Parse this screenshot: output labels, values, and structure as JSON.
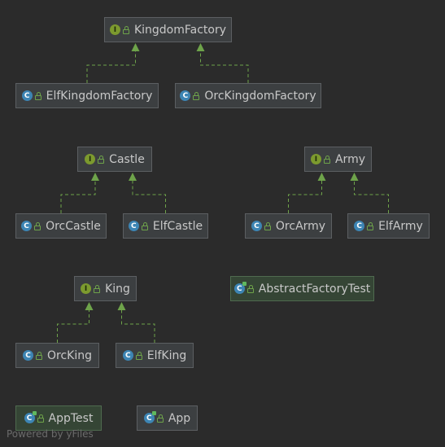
{
  "diagram": {
    "nodes": [
      {
        "id": "kingdom-factory",
        "label": "KingdomFactory",
        "kind": "interface"
      },
      {
        "id": "elf-kingdom-factory",
        "label": "ElfKingdomFactory",
        "kind": "class"
      },
      {
        "id": "orc-kingdom-factory",
        "label": "OrcKingdomFactory",
        "kind": "class"
      },
      {
        "id": "castle",
        "label": "Castle",
        "kind": "interface"
      },
      {
        "id": "orc-castle",
        "label": "OrcCastle",
        "kind": "class"
      },
      {
        "id": "elf-castle",
        "label": "ElfCastle",
        "kind": "class"
      },
      {
        "id": "army",
        "label": "Army",
        "kind": "interface"
      },
      {
        "id": "orc-army",
        "label": "OrcArmy",
        "kind": "class"
      },
      {
        "id": "elf-army",
        "label": "ElfArmy",
        "kind": "class"
      },
      {
        "id": "king",
        "label": "King",
        "kind": "interface"
      },
      {
        "id": "orc-king",
        "label": "OrcKing",
        "kind": "class"
      },
      {
        "id": "elf-king",
        "label": "ElfKing",
        "kind": "class"
      },
      {
        "id": "abstract-factory-test",
        "label": "AbstractFactoryTest",
        "kind": "test-class"
      },
      {
        "id": "app-test",
        "label": "AppTest",
        "kind": "test-class"
      },
      {
        "id": "app",
        "label": "App",
        "kind": "runnable-class"
      }
    ],
    "edges": [
      {
        "from": "elf-kingdom-factory",
        "to": "kingdom-factory",
        "type": "implements"
      },
      {
        "from": "orc-kingdom-factory",
        "to": "kingdom-factory",
        "type": "implements"
      },
      {
        "from": "orc-castle",
        "to": "castle",
        "type": "implements"
      },
      {
        "from": "elf-castle",
        "to": "castle",
        "type": "implements"
      },
      {
        "from": "orc-army",
        "to": "army",
        "type": "implements"
      },
      {
        "from": "elf-army",
        "to": "army",
        "type": "implements"
      },
      {
        "from": "orc-king",
        "to": "king",
        "type": "implements"
      },
      {
        "from": "elf-king",
        "to": "king",
        "type": "implements"
      }
    ]
  },
  "badges": {
    "interface": "I",
    "class": "C"
  },
  "icons": {
    "interface": "interface-icon",
    "class": "class-icon",
    "test-class": "test-class-icon",
    "runnable-class": "runnable-class-icon",
    "visibility": "lock-icon"
  },
  "colors": {
    "background": "#2b2b2b",
    "node": "#3c3f41",
    "test_node": "#354535",
    "edge": "#6ea34a",
    "interface_badge": "#7c9a2e",
    "class_badge": "#3d85b4"
  },
  "footer": "Powered by yFiles"
}
